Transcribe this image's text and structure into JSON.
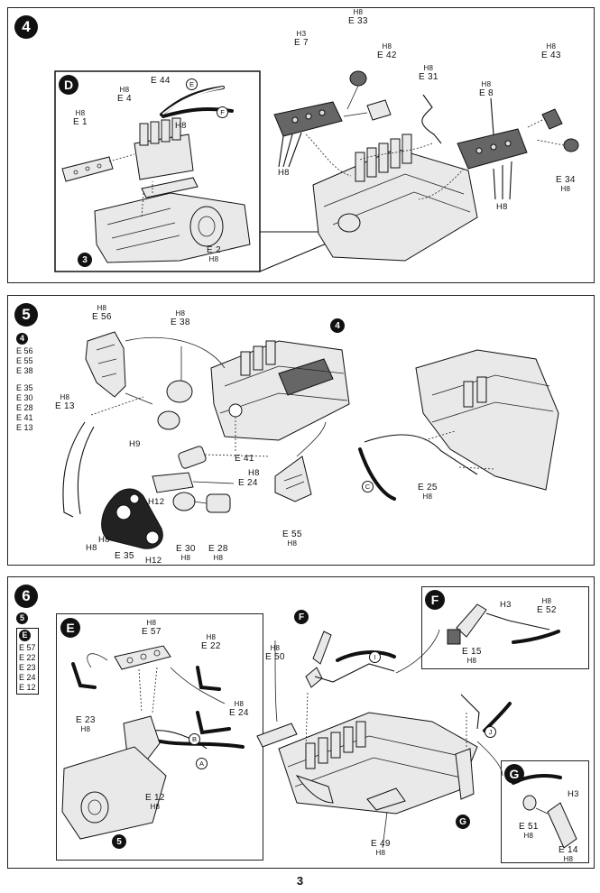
{
  "page_number": "3",
  "step4": {
    "number": "4",
    "subassembly_badge": "D",
    "ref_badge": "3",
    "labels": {
      "e33": {
        "runner": "H8",
        "part": "E 33"
      },
      "e7": {
        "runner": "H3",
        "part": "E 7"
      },
      "e42": {
        "runner": "H8",
        "part": "E 42"
      },
      "e31": {
        "runner": "H8",
        "part": "E 31"
      },
      "e8": {
        "runner": "H8",
        "part": "E 8"
      },
      "e43": {
        "runner": "H8",
        "part": "E 43"
      },
      "e34": {
        "runner": "H8",
        "part": "E 34"
      },
      "e7_screws": "H8",
      "e8_screws": "H8",
      "e44": {
        "part": "E 44"
      },
      "e4": {
        "runner": "H8",
        "part": "E 4"
      },
      "e1": {
        "runner": "H8",
        "part": "E 1"
      },
      "e2": {
        "runner": "H8",
        "part": "E 2"
      },
      "e44_sub": "H8",
      "circle_e": "E",
      "circle_f": "F"
    }
  },
  "step5": {
    "number": "5",
    "requires_badge": "4",
    "requires_parts": [
      "E 56",
      "E 55",
      "E 38",
      "E 35",
      "E 30",
      "E 28",
      "E 41",
      "E 13"
    ],
    "ref_badge": "4",
    "labels": {
      "e56": {
        "runner": "H8",
        "part": "E 56"
      },
      "e38": {
        "runner": "H8",
        "part": "E 38"
      },
      "e13": {
        "runner": "H8",
        "part": "E 13"
      },
      "e41": {
        "part": "E 41"
      },
      "e41_runner": "H8",
      "h9": "H9",
      "h12a": "H12",
      "h12b": "H12",
      "e24": {
        "part": "E 24"
      },
      "e24_runner": "H8",
      "e35": {
        "part": "E 35"
      },
      "e35_runner": "H8",
      "e30": {
        "part": "E 30",
        "runner": "H8"
      },
      "e28": {
        "part": "E 28",
        "runner": "H8"
      },
      "e55": {
        "part": "E 55",
        "runner": "H8"
      },
      "e25": {
        "part": "E 25",
        "runner": "H8"
      },
      "circle_c": "C"
    }
  },
  "step6": {
    "number": "6",
    "requires_badge": "5",
    "requires_sub_badge": "E",
    "requires_parts": [
      "E 57",
      "E 22",
      "E 23",
      "E 24",
      "E 12"
    ],
    "sub_e_badge": "E",
    "sub_f_badge": "F",
    "sub_g_badge": "G",
    "f_ref": "F",
    "g_ref": "G",
    "ref5": "5",
    "labels": {
      "e57": {
        "runner": "H8",
        "part": "E 57"
      },
      "e22": {
        "runner": "H8",
        "part": "E 22"
      },
      "e23": {
        "part": "E 23",
        "runner": "H8"
      },
      "e24": {
        "runner": "H8",
        "part": "E 24"
      },
      "e12": {
        "part": "E 12",
        "runner": "H8"
      },
      "e50": {
        "runner": "H8",
        "part": "E 50"
      },
      "e49": {
        "part": "E 49",
        "runner": "H8"
      },
      "e52": {
        "runner": "H8",
        "part": "E 52"
      },
      "e15": {
        "part": "E 15",
        "runner": "H8"
      },
      "f_h3": "H3",
      "e51": {
        "part": "E 51",
        "runner": "H8"
      },
      "e14": {
        "part": "E 14",
        "runner": "H8"
      },
      "g_h3": "H3",
      "circle_a": "A",
      "circle_b": "B",
      "circle_i": "I",
      "circle_j": "J"
    }
  }
}
